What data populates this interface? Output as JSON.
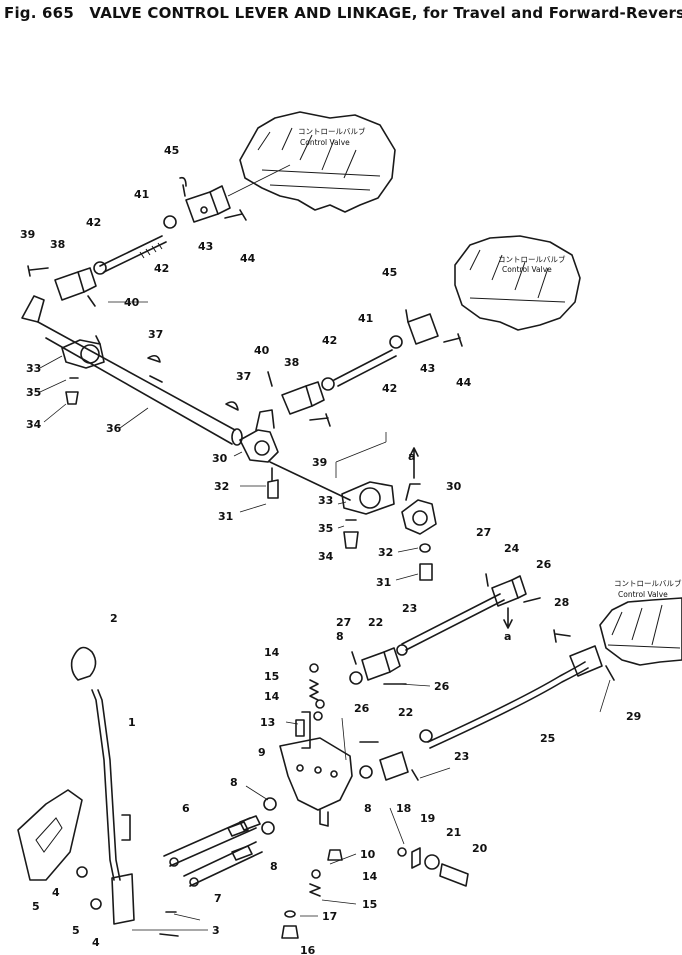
{
  "figure": {
    "number": "Fig. 665",
    "title": "VALVE CONTROL LEVER AND LINKAGE, for Travel and Forward-Reverse"
  },
  "callouts": {
    "control_valve_jp": "コントロールバルブ",
    "control_valve_en": "Control Valve",
    "view_a": "a"
  },
  "part_labels": [
    "1",
    "2",
    "3",
    "4",
    "4",
    "5",
    "5",
    "6",
    "7",
    "8",
    "8",
    "8",
    "8",
    "9",
    "10",
    "13",
    "14",
    "14",
    "14",
    "15",
    "15",
    "16",
    "17",
    "18",
    "19",
    "20",
    "21",
    "22",
    "22",
    "23",
    "23",
    "24",
    "25",
    "26",
    "26",
    "26",
    "27",
    "27",
    "28",
    "29",
    "30",
    "30",
    "31",
    "31",
    "32",
    "32",
    "33",
    "33",
    "34",
    "34",
    "35",
    "35",
    "36",
    "37",
    "37",
    "38",
    "38",
    "39",
    "39",
    "40",
    "40",
    "41",
    "41",
    "42",
    "42",
    "42",
    "42",
    "43",
    "43",
    "44",
    "44",
    "45",
    "45"
  ]
}
